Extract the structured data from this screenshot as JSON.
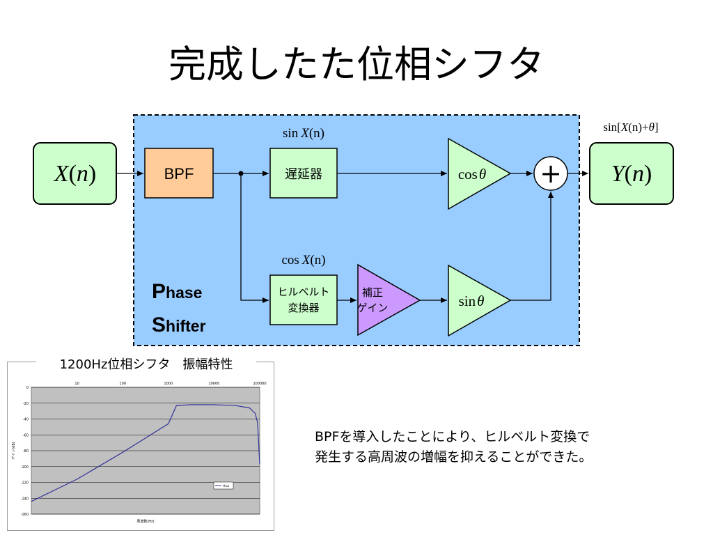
{
  "title": "完成したた位相シフタ",
  "diagram": {
    "input": {
      "var": "X",
      "open": "(",
      "arg": "n",
      "close": ")"
    },
    "output": {
      "var": "Y",
      "open": "(",
      "arg": "n",
      "close": ")"
    },
    "bpf": "BPF",
    "delay": "遅延器",
    "hilbert": [
      "ヒルベルト",
      "変換器"
    ],
    "gain_comp": [
      "補正",
      "ゲイン"
    ],
    "cos_theta": {
      "fn": "cos",
      "var": "θ"
    },
    "sin_theta": {
      "fn": "sin",
      "var": "θ"
    },
    "sum": "+",
    "sin_x": {
      "fn": "sin",
      "var": "X",
      "arg": "(n)"
    },
    "cos_x": {
      "fn": "cos",
      "var": "X",
      "arg": "(n)"
    },
    "out_label": {
      "pre": "sin[",
      "var": "X",
      "mid": "(n)+",
      "theta": "θ",
      "post": "]"
    },
    "brand": {
      "p_big": "P",
      "p_rest": "hase",
      "s_big": "S",
      "s_rest": "hifter"
    }
  },
  "chart_title": "1200Hz位相シフタ　振幅特性",
  "chart_data": {
    "type": "line",
    "title": "1200Hz位相シフタ　振幅特性",
    "xscale": "log",
    "xlim": [
      1,
      100000
    ],
    "ylim": [
      -160,
      0
    ],
    "xticks": [
      "10",
      "100",
      "1000",
      "10000",
      "100000"
    ],
    "yticks": [
      "0",
      "-20",
      "-40",
      "-60",
      "-80",
      "-100",
      "-120",
      "-140",
      "-160"
    ],
    "xlabel": "周波数(Hz)",
    "ylabel": "ゲイン(dB)",
    "legend": "H(ω)",
    "grid": true,
    "series": [
      {
        "name": "H(ω)",
        "x": [
          1,
          10,
          100,
          1000,
          1500,
          3000,
          10000,
          30000,
          60000,
          80000,
          90000,
          100000
        ],
        "y": [
          -144,
          -116,
          -82,
          -46,
          -23,
          -22,
          -22,
          -23,
          -26,
          -33,
          -45,
          -97
        ]
      }
    ]
  },
  "note": [
    "BPFを導入したことにより、ヒルベルト変換で",
    "発生する高周波の増幅を抑えることができた。"
  ],
  "colors": {
    "panel": "#99ccff",
    "bpf": "#ffcc99",
    "node": "#ccffcc",
    "gain": "#cc99ff",
    "plot_bg": "#c0c0c0",
    "series": "#333399"
  }
}
